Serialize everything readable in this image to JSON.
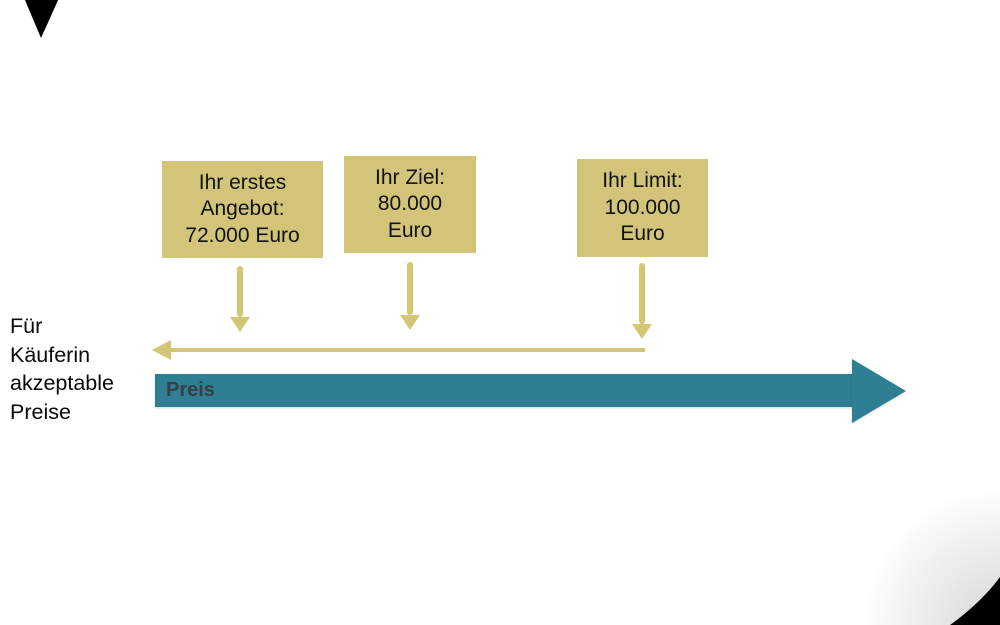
{
  "slide": {
    "background": "#ffffff",
    "description": "negotiation-price-range-diagram"
  },
  "boxes": [
    {
      "line1": "Ihr erstes",
      "line2": "Angebot:",
      "line3": "72.000 Euro"
    },
    {
      "line1": "Ihr Ziel:",
      "line2": "80.000",
      "line3": "Euro"
    },
    {
      "line1": "Ihr Limit:",
      "line2": "100.000",
      "line3": "Euro"
    }
  ],
  "side_label": {
    "lines": [
      "Für",
      "Käuferin",
      "akzeptable",
      "Preise"
    ]
  },
  "price_arrow": {
    "label": "Preis"
  },
  "colors": {
    "box_fill": "#d2c57a",
    "khaki_arrow": "#d3c776",
    "teal_arrow": "#2e7e94",
    "price_label_text": "#383f43",
    "box_text": "#121212",
    "side_text": "#0a0a0a",
    "corner_fold": "#000000"
  }
}
